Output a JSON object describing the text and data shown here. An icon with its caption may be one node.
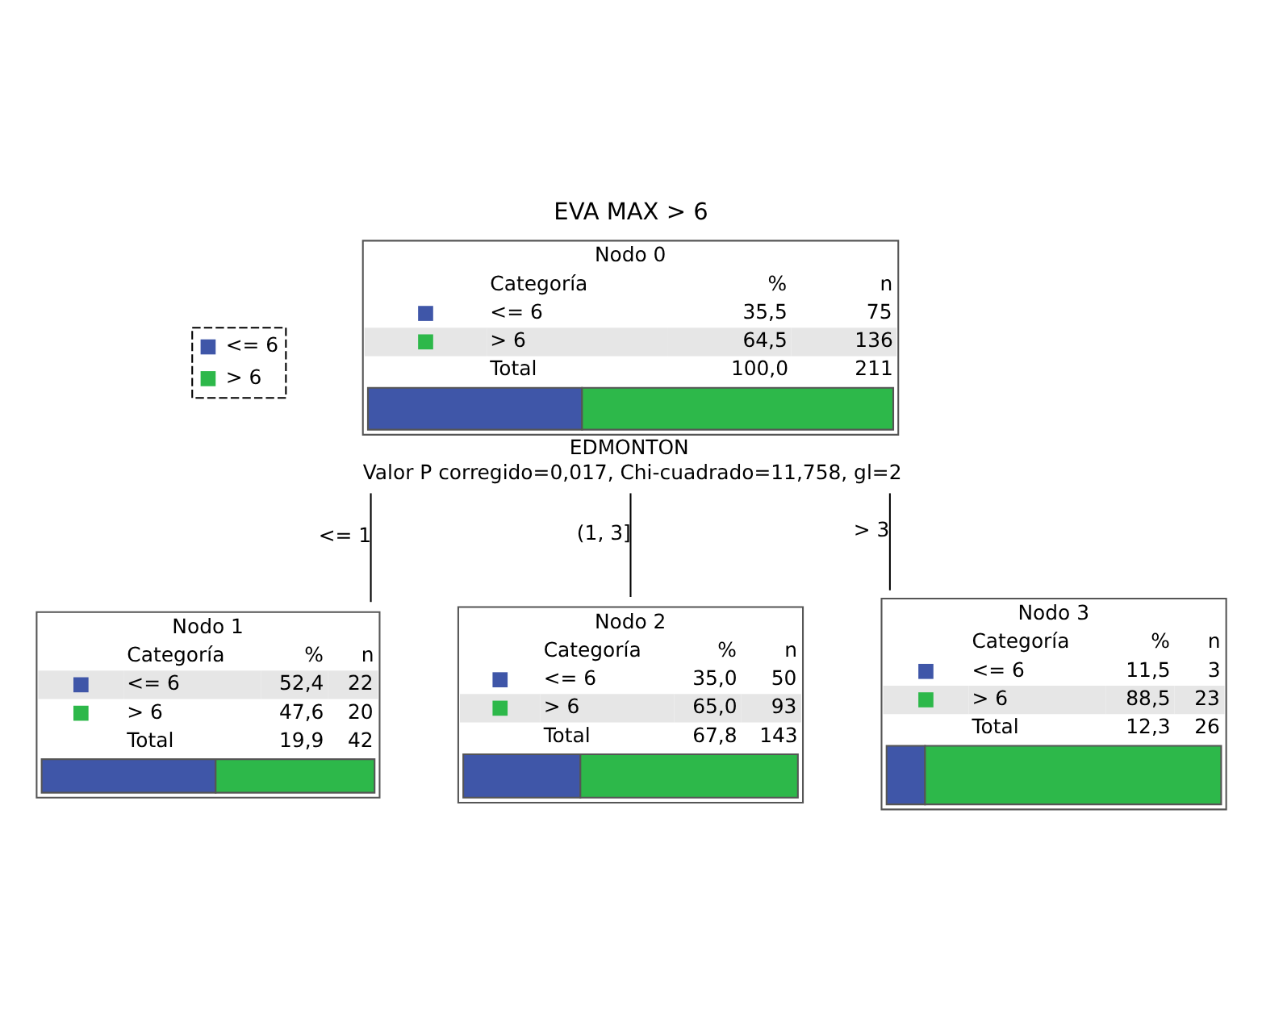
{
  "diagram": {
    "title": "EVA MAX > 6",
    "nodes": [
      {
        "text": [
          "Nodo 0",
          "Categoría",
          "%",
          "n",
          "<= 6",
          "35,5",
          "75",
          "> 6",
          "64,5",
          "136",
          "Total",
          "100,0",
          "211"
        ],
        "beside": [
          "EDMONTON",
          "Valor P corregido=0,017, Chi-cuadrado=11,758, gl=2"
        ]
      },
      {
        "text": [
          "Nodo 1",
          "Categoría",
          "%",
          "n",
          "<= 6",
          "52,4",
          "22",
          "> 6",
          "47,6",
          "20",
          "Total",
          "19,9",
          "42"
        ]
      },
      {
        "text": [
          "Nodo 2",
          "Categoría",
          "%",
          "n",
          "<= 6",
          "35,0",
          "50",
          "> 6",
          "65,0",
          "93",
          "Total",
          "67,8",
          "143"
        ]
      },
      {
        "text": [
          "Nodo 3",
          "Categoría",
          "%",
          "n",
          "<= 6",
          "11,5",
          "3",
          "> 6",
          "88,5",
          "23",
          "Total",
          "12,3",
          "26"
        ]
      }
    ],
    "edges": [
      {
        "from": 0,
        "to": 1,
        "arrow": "none",
        "label": "<= 1"
      },
      {
        "from": 0,
        "to": 2,
        "arrow": "none",
        "label": "(1, 3]"
      },
      {
        "from": 0,
        "to": 3,
        "arrow": "none",
        "label": "> 3"
      }
    ],
    "legend": [
      {
        "text": "<= 6",
        "color": "#3f56a8"
      },
      {
        "text": "> 6",
        "color": "#2db84a"
      }
    ]
  }
}
